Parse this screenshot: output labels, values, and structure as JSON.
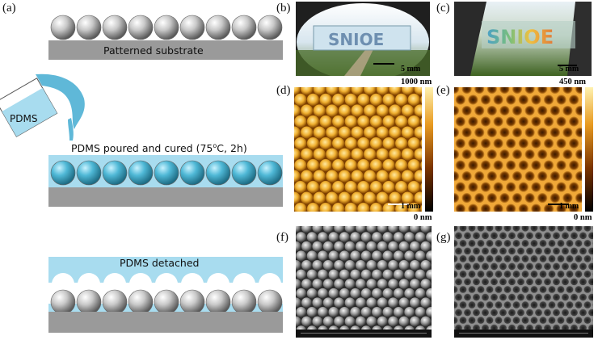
{
  "panel_labels": {
    "a": "(a)",
    "b": "(b)",
    "c": "(c)",
    "d": "(d)",
    "e": "(e)",
    "f": "(f)",
    "g": "(g)"
  },
  "scheme": {
    "step1_label": "Patterned substrate",
    "pdms_cup_label": "PDMS",
    "step2_label": "PDMS poured and cured (75",
    "step2_sup": "o",
    "step2_tail": "C, 2h)",
    "step3_label": "PDMS detached"
  },
  "photos": {
    "b_text": "SNIOE",
    "c_text": "SNIOE",
    "b_scale": "5 mm",
    "c_scale": "5 mm"
  },
  "afm": {
    "d_max": "1000 nm",
    "d_min": "0 nm",
    "d_scale": "1 mm",
    "e_max": "450 nm",
    "e_min": "0 nm",
    "e_scale": "1 mm"
  },
  "colors": {
    "pdms": "#a8dcef",
    "substrate": "#9a9a9a",
    "afm_bright": "#ffd36a",
    "afm_dark": "#7a3d00"
  }
}
